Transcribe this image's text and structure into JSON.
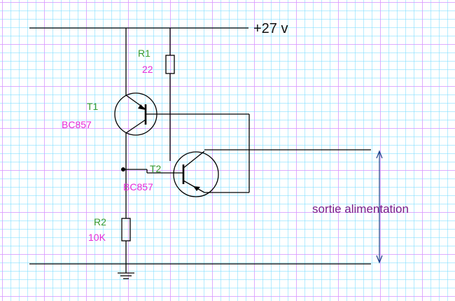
{
  "supply_label": "+27 v",
  "output_label": "sortie alimentation",
  "components": {
    "r1": {
      "ref": "R1",
      "value": "22"
    },
    "t1": {
      "ref": "T1",
      "value": "BC857"
    },
    "t2": {
      "ref": "T2",
      "value": "BC857"
    },
    "r2": {
      "ref": "R2",
      "value": "10K"
    }
  },
  "colors": {
    "wire": "#000000",
    "ref_label": "#3a9a2e",
    "value_label": "#e62ad8",
    "output_label": "#7a1d8a",
    "output_arrow": "#1a3f8a"
  }
}
